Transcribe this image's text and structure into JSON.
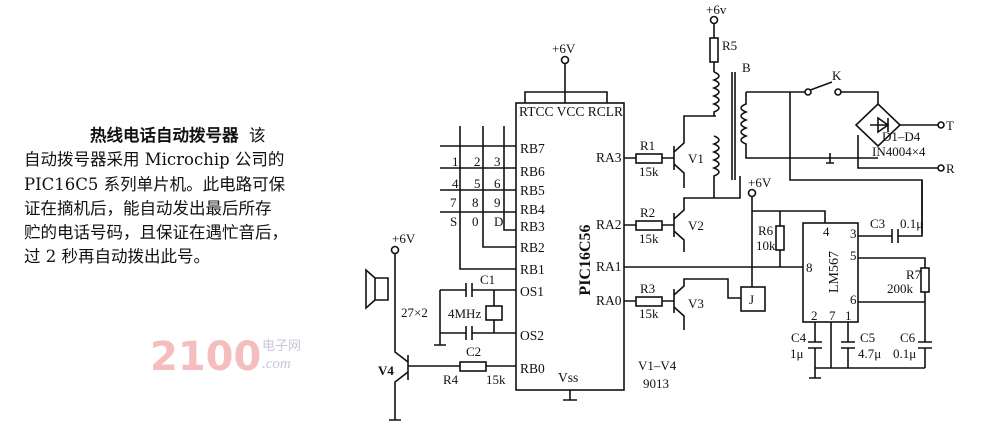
{
  "article": {
    "title": "热线电话自动拨号器",
    "lines": [
      "该",
      "自动拨号器采用 Microchip 公司的",
      "PIC16C5 系列单片机。此电路可保",
      "证在摘机后，能自动发出最后所存",
      "贮的电话号码，且保证在遇忙音后，",
      "过 2 秒再自动拨出此号。"
    ]
  },
  "mcu": {
    "name": "PIC16C56",
    "supply": "+6V",
    "top_pins": "RTCC VCC RCLR",
    "left_pins": [
      "RB7",
      "RB6",
      "RB5",
      "RB4",
      "RB3",
      "RB2",
      "RB1",
      "OS1",
      "OS2",
      "RB0"
    ],
    "right_pins": [
      "RA3",
      "RA2",
      "RA1",
      "RA0"
    ],
    "vss": "Vss"
  },
  "keypad": {
    "keys": [
      "1",
      "2",
      "3",
      "4",
      "5",
      "6",
      "7",
      "8",
      "9",
      "S",
      "0",
      "D"
    ]
  },
  "components": {
    "c1": "C1",
    "crystal": "4MHz",
    "c_pair": "27×2",
    "c2": "C2",
    "r4": "R4",
    "r4_val": "15k",
    "v4": "V4",
    "v4_supply": "+6V",
    "r1": "R1",
    "r1_val": "15k",
    "r2": "R2",
    "r2_val": "15k",
    "r3": "R3",
    "r3_val": "15k",
    "v1": "V1",
    "v2": "V2",
    "v3": "V3",
    "transistor_note": "V1–V4",
    "transistor_type": "9013",
    "r5_supply": "+6v",
    "r5": "R5",
    "transformer": "B",
    "switch": "K",
    "bridge": "D1–D4",
    "bridge_type": "IN4004×4",
    "line_t": "T",
    "line_r": "R",
    "relay_supply": "+6V",
    "r6": "R6",
    "r6_val": "10k",
    "relay": "J",
    "decoder": "LM567",
    "decoder_pins": [
      "4",
      "3",
      "5",
      "8",
      "6",
      "2",
      "7",
      "1"
    ],
    "c3": "C3",
    "c3_val": "0.1μ",
    "r7": "R7",
    "r7_val": "200k",
    "c4": "C4",
    "c4_val": "1μ",
    "c5": "C5",
    "c5_val": "4.7μ",
    "c6": "C6",
    "c6_val": "0.1μ"
  },
  "watermark": {
    "text": "2100",
    "sub": "电子网",
    "sub2": ".com"
  }
}
